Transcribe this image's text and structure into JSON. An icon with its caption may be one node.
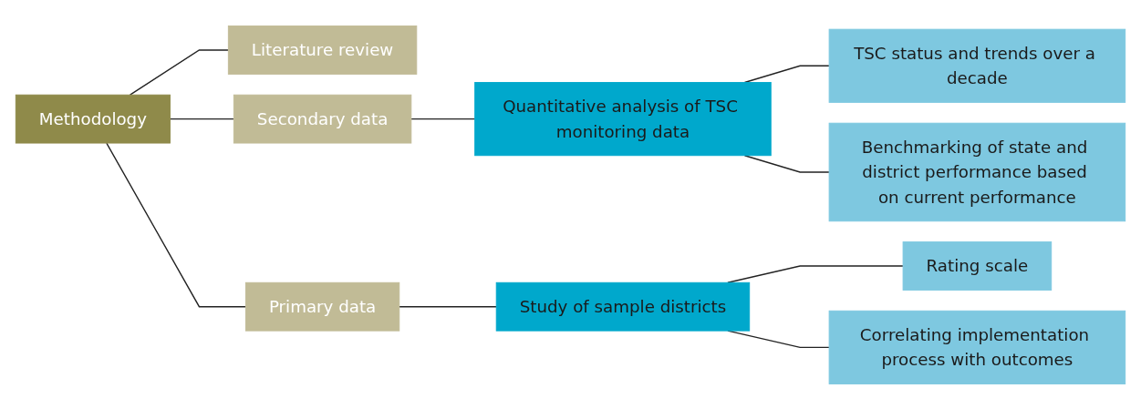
{
  "diagram": {
    "nodes": [
      {
        "text": [
          "Methodology"
        ]
      },
      {
        "text": [
          "Literature review"
        ]
      },
      {
        "text": [
          "Secondary data"
        ]
      },
      {
        "text": [
          "Primary data"
        ]
      },
      {
        "text": [
          "Quantitative analysis of TSC monitoring data"
        ]
      },
      {
        "text": [
          "Study of sample districts"
        ]
      },
      {
        "text": [
          "TSC status and trends over a decade"
        ]
      },
      {
        "text": [
          "Benchmarking of state and district performance based on current performance"
        ]
      },
      {
        "text": [
          "Rating scale"
        ]
      },
      {
        "text": [
          "Correlating implementation process with outcomes"
        ]
      }
    ],
    "edges": [
      {
        "from": 0,
        "to": 1,
        "arrow": "none"
      },
      {
        "from": 0,
        "to": 2,
        "arrow": "none"
      },
      {
        "from": 0,
        "to": 3,
        "arrow": "none"
      },
      {
        "from": 2,
        "to": 4,
        "arrow": "none"
      },
      {
        "from": 3,
        "to": 5,
        "arrow": "none"
      },
      {
        "from": 4,
        "to": 6,
        "arrow": "none"
      },
      {
        "from": 4,
        "to": 7,
        "arrow": "none"
      },
      {
        "from": 5,
        "to": 8,
        "arrow": "none"
      },
      {
        "from": 5,
        "to": 9,
        "arrow": "none"
      }
    ]
  }
}
